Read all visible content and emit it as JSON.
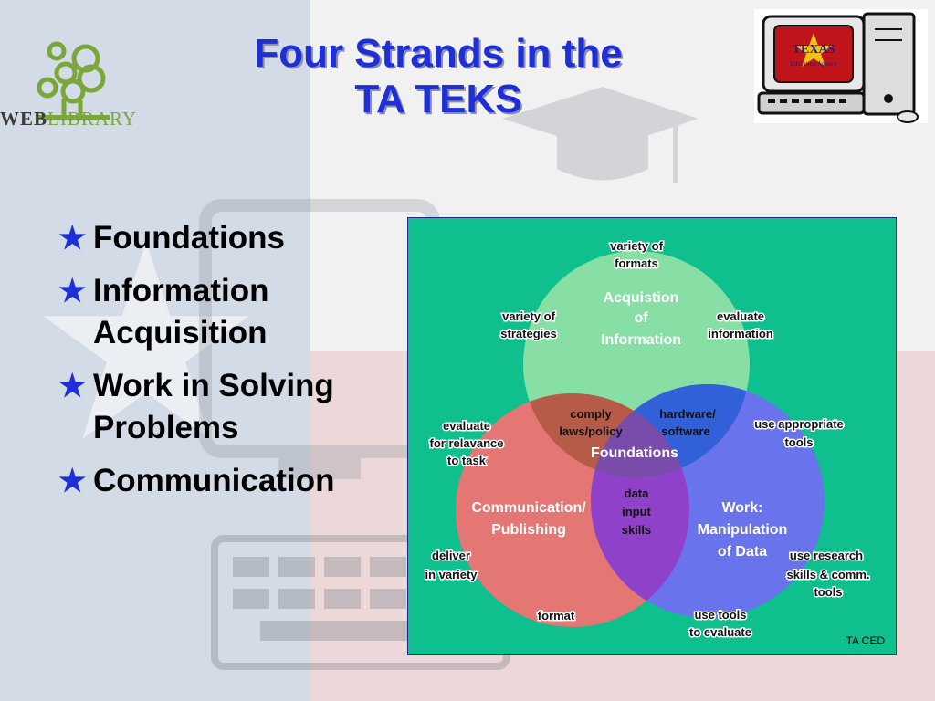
{
  "slide": {
    "title_line1": "Four Strands in the",
    "title_line2": "TA TEKS"
  },
  "logo": {
    "web": "WEB",
    "library": "LIBRARY"
  },
  "clipart": {
    "monitor_text": "TEXAS",
    "monitor_subtext": "Education Agency"
  },
  "bullets": [
    {
      "star": "★",
      "lines": [
        "Foundations"
      ]
    },
    {
      "star": "★",
      "lines": [
        "Information",
        "Acquisition"
      ]
    },
    {
      "star": "★",
      "lines": [
        "Work in Solving",
        "Problems"
      ]
    },
    {
      "star": "★",
      "lines": [
        "Communication"
      ]
    }
  ],
  "diagram": {
    "circles": {
      "top": {
        "label": [
          "Acquistion",
          "of",
          "Information"
        ],
        "color": "#8ee0a6"
      },
      "left": {
        "label": [
          "Communication/",
          "Publishing"
        ],
        "color": "#f07272"
      },
      "right": {
        "label": [
          "Work:",
          "Manipulation",
          "of Data"
        ],
        "color": "#6f6ff0"
      },
      "center": {
        "label": "Foundations"
      }
    },
    "overlaps": {
      "top_left": [
        "comply",
        "laws/policy"
      ],
      "top_right": [
        "hardware/",
        "software"
      ],
      "left_right": [
        "data",
        "input",
        "skills"
      ]
    },
    "outer_labels": {
      "top": [
        "variety of",
        "formats"
      ],
      "top_left": [
        "variety of",
        "strategies"
      ],
      "top_right": [
        "evaluate",
        "information"
      ],
      "left_upper": [
        "evaluate",
        "for relavance",
        "to task"
      ],
      "right_upper": [
        "use appropriate",
        "tools"
      ],
      "left_lower": [
        "deliver",
        "in variety"
      ],
      "right_lower": [
        "use research",
        "skills & comm.",
        "tools"
      ],
      "bottom_left": [
        "format"
      ],
      "bottom_right": [
        "use tools",
        "to evaluate"
      ]
    },
    "credit": "TA CED"
  },
  "colors": {
    "title": "#1f2fd6",
    "star": "#1f2fd6",
    "diagram_bg": "#0fbf8e"
  }
}
